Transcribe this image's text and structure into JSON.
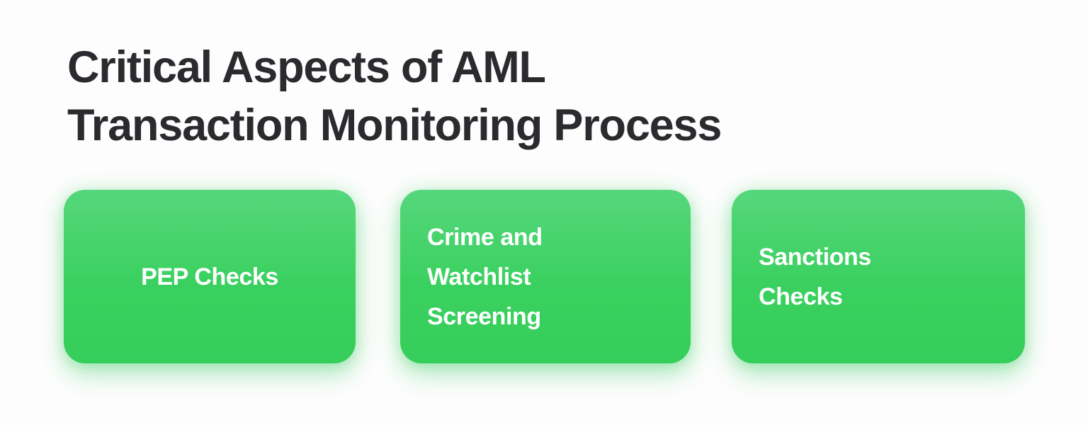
{
  "page": {
    "background_color": "#fdfdfd"
  },
  "header": {
    "title": "Critical Aspects of AML\nTransaction Monitoring Process",
    "title_color": "#2b2b2f"
  },
  "cards": {
    "accent_color_top": "#43d26d",
    "accent_color_bottom": "#36ce5b",
    "text_color": "#ffffff",
    "items": [
      {
        "label": "PEP Checks"
      },
      {
        "label": "Crime and\nWatchlist\nScreening"
      },
      {
        "label": "Sanctions\nChecks"
      }
    ]
  }
}
